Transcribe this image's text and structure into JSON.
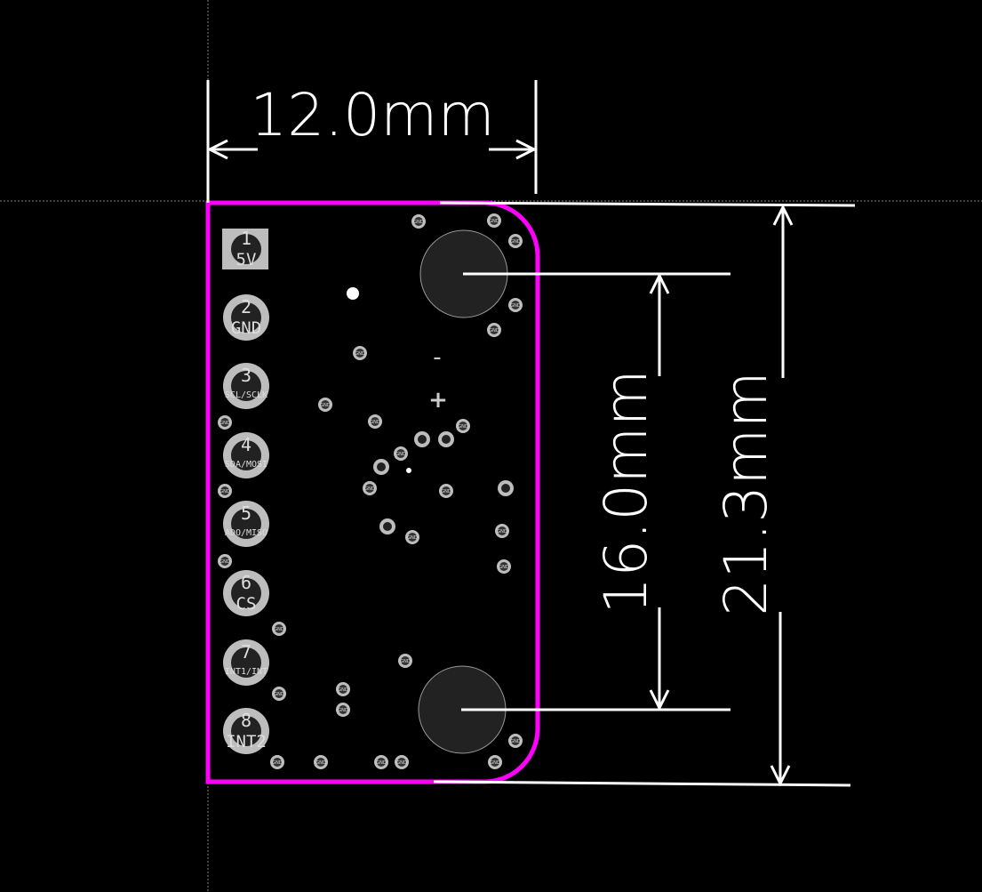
{
  "dimensions": {
    "width": "12.0mm",
    "height_total": "21.3mm",
    "hole_spacing": "16.0mm"
  },
  "pins": [
    {
      "number": "1",
      "label": "5V"
    },
    {
      "number": "2",
      "label": "GND"
    },
    {
      "number": "3",
      "label": "SCL/SCLK"
    },
    {
      "number": "4",
      "label": "SDA/MOSI"
    },
    {
      "number": "5",
      "label": "ADO/MISO"
    },
    {
      "number": "6",
      "label": "CS"
    },
    {
      "number": "7",
      "label": "INT1/INT"
    },
    {
      "number": "8",
      "label": "INT2"
    }
  ],
  "via_label": "GND",
  "silkscreen": {
    "minus": "-",
    "plus": "+"
  },
  "colors": {
    "board_outline": "#ff00ff",
    "pad": "#bdbdbd",
    "dimension": "#ffffff"
  }
}
